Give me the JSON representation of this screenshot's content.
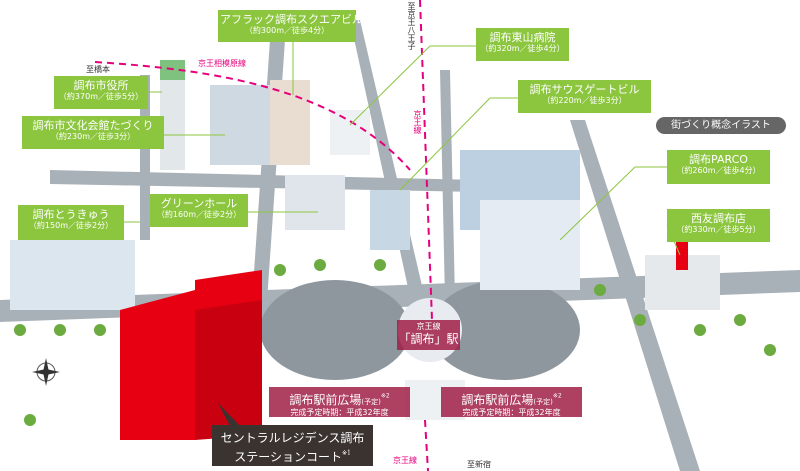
{
  "concept_badge": "街づくり概念イラスト",
  "rail": {
    "sagamihara_line": "京王相模原線",
    "to_hashimoto": "至橋本",
    "to_hachioji": "至京王八王子",
    "keio_line_top": "京王線",
    "keio_line_bottom": "京王線",
    "to_shinjuku": "至新宿",
    "line_color": "#e6007e"
  },
  "landmarks": [
    {
      "name": "アフラック調布スクエアビル",
      "distance": "（約300m／徒歩4分）"
    },
    {
      "name": "調布東山病院",
      "distance": "（約320m／徒歩4分）"
    },
    {
      "name": "調布市役所",
      "distance": "（約370m／徒歩5分）"
    },
    {
      "name": "調布サウスゲートビル",
      "distance": "（約220m／徒歩3分）"
    },
    {
      "name": "調布市文化会館たづくり",
      "distance": "（約230m／徒歩3分）"
    },
    {
      "name": "調布PARCO",
      "distance": "（約260m／徒歩4分）"
    },
    {
      "name": "グリーンホール",
      "distance": "（約160m／徒歩2分）"
    },
    {
      "name": "調布とうきゅう",
      "distance": "（約150m／徒歩2分）"
    },
    {
      "name": "西友調布店",
      "distance": "（約330m／徒歩5分）"
    }
  ],
  "station": {
    "line": "京王線",
    "name": "「調布」駅"
  },
  "plazas": [
    {
      "name": "調布駅前広場",
      "note": "(予定)",
      "mark": "※2",
      "completion": "完成予定時期：平成32年度"
    },
    {
      "name": "調布駅前広場",
      "note": "(予定)",
      "mark": "※2",
      "completion": "完成予定時期：平成32年度"
    }
  ],
  "property": {
    "line1": "セントラルレジデンス調布",
    "line2": "ステーションコート",
    "mark": "※1"
  },
  "colors": {
    "label_green": "#8cc63f",
    "plaza_maroon": "#a01e46",
    "property_red": "#e60012",
    "road_gray": "#9aa3ab"
  }
}
